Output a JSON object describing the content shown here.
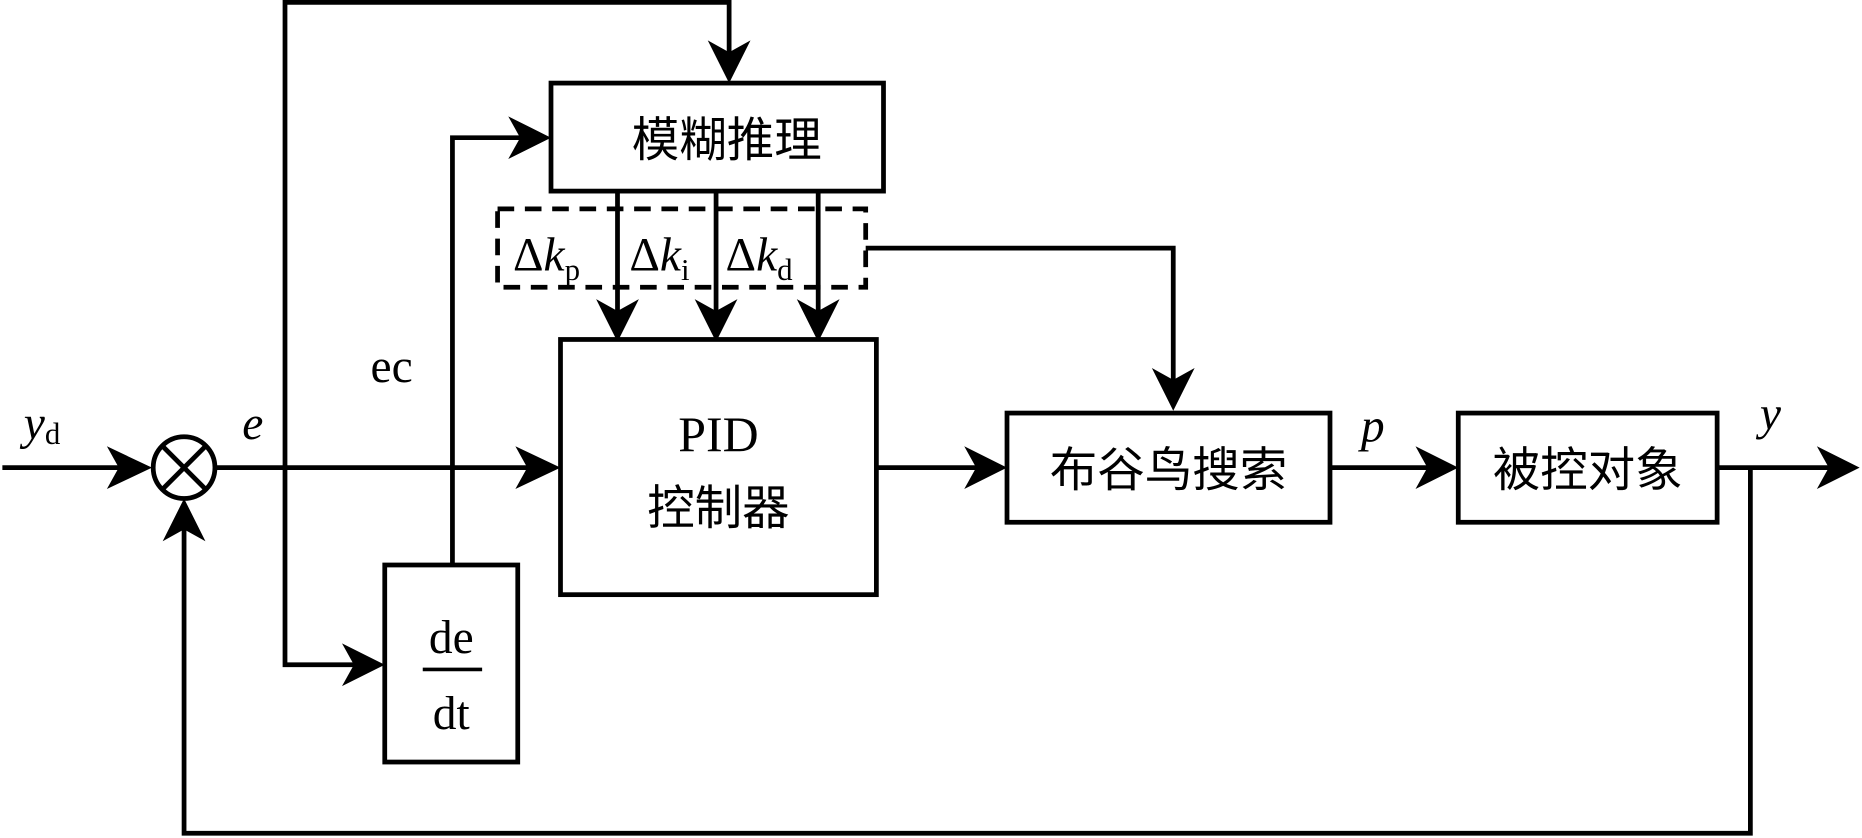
{
  "diagram": {
    "title": "Fuzzy PID control with cuckoo search",
    "blocks": {
      "fuzzy": "模糊推理",
      "pid_line1": "PID",
      "pid_line2": "控制器",
      "cuckoo": "布谷鸟搜索",
      "plant": "被控对象",
      "deriv_num": "de",
      "deriv_den": "dt"
    },
    "params": [
      {
        "delta": "Δ",
        "var": "k",
        "sub": "p"
      },
      {
        "delta": "Δ",
        "var": "k",
        "sub": "i"
      },
      {
        "delta": "Δ",
        "var": "k",
        "sub": "d"
      }
    ],
    "signals": {
      "input": "y",
      "input_sub": "d",
      "error": "e",
      "error_change": "ec",
      "cuckoo_out": "p",
      "output": "y"
    },
    "summing_junction": "⊗"
  }
}
